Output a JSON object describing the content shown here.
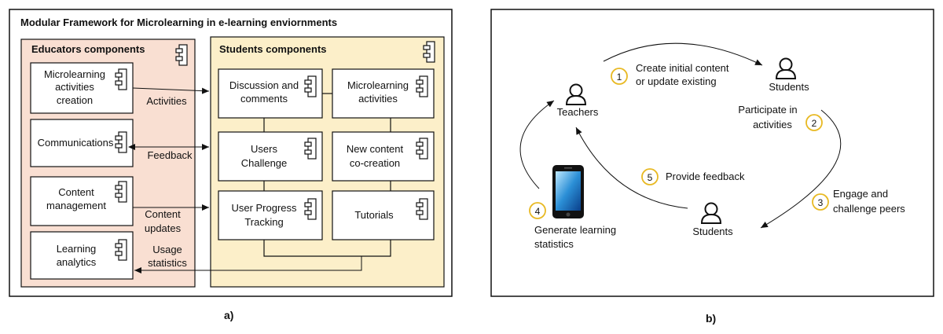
{
  "panel_a": {
    "title": "Modular Framework for Microlearning in e-learning enviornments",
    "caption": "a)",
    "educators": {
      "title": "Educators components",
      "components": [
        {
          "lines": [
            "Microlearning",
            "activities",
            "creation"
          ]
        },
        {
          "lines": [
            "Communications"
          ]
        },
        {
          "lines": [
            "Content",
            "management"
          ]
        },
        {
          "lines": [
            "Learning",
            "analytics"
          ]
        }
      ]
    },
    "students": {
      "title": "Students components",
      "components": [
        {
          "lines": [
            "Discussion and",
            "comments"
          ]
        },
        {
          "lines": [
            "Microlearning",
            "activities"
          ]
        },
        {
          "lines": [
            "Users",
            "Challenge"
          ]
        },
        {
          "lines": [
            "New content",
            "co-creation"
          ]
        },
        {
          "lines": [
            "User Progress",
            "Tracking"
          ]
        },
        {
          "lines": [
            "Tutorials"
          ]
        }
      ]
    },
    "connections": [
      {
        "lines": [
          "Activities"
        ]
      },
      {
        "lines": [
          "Feedback"
        ]
      },
      {
        "lines": [
          "Content",
          "updates"
        ]
      },
      {
        "lines": [
          "Usage",
          "statistics"
        ]
      }
    ]
  },
  "panel_b": {
    "caption": "b)",
    "actors": {
      "teachers": "Teachers",
      "students_top": "Students",
      "students_bottom": "Students"
    },
    "steps": [
      {
        "num": "1",
        "lines": [
          "Create initial content",
          "or update existing"
        ]
      },
      {
        "num": "2",
        "lines": [
          "Participate in",
          "activities"
        ]
      },
      {
        "num": "3",
        "lines": [
          "Engage and",
          "challenge peers"
        ]
      },
      {
        "num": "4",
        "lines": [
          "Generate learning",
          "statistics"
        ]
      },
      {
        "num": "5",
        "lines": [
          "Provide feedback"
        ]
      }
    ],
    "colors": {
      "step_circle": "#e8b923",
      "educator_fill": "#f9dfd2",
      "student_fill": "#fcefc9"
    }
  }
}
